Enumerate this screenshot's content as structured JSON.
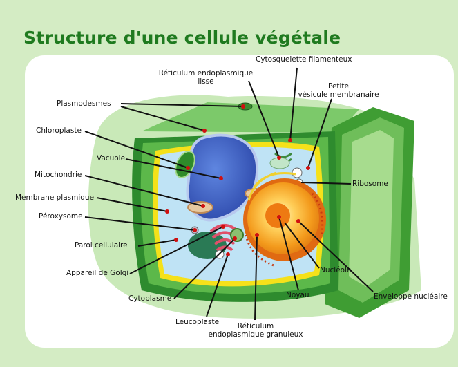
{
  "title": "Structure d'une cellule végétale",
  "labels": {
    "cytosquelette": "Cytosquelette filamenteux",
    "reticulum_lisse_1": "Réticulum endoplasmique",
    "reticulum_lisse_2": "lisse",
    "petite_vesicule_1": "Petite",
    "petite_vesicule_2": "vésicule membranaire",
    "plasmodesmes": "Plasmodesmes",
    "chloroplaste": "Chloroplaste",
    "vacuole": "Vacuole",
    "mitochondrie": "Mitochondrie",
    "membrane_plasmique": "Membrane plasmique",
    "peroxysome": "Péroxysome",
    "paroi_cellulaire": "Paroi cellulaire",
    "appareil_golgi": "Appareil de Golgi",
    "cytoplasme": "Cytoplasme",
    "leucoplaste": "Leucoplaste",
    "reticulum_granuleux_1": "Réticulum",
    "reticulum_granuleux_2": "endoplasmique granuleux",
    "noyau": "Noyau",
    "nucleole": "Nucléole",
    "enveloppe_nucleaire": "Enveloppe nucléaire",
    "ribosome": "Ribosome"
  },
  "colors": {
    "outer_bg": "#d4ecc4",
    "panel": "#ffffff",
    "title": "#1f7a1f",
    "wall": "#4caf3c",
    "wall_dark": "#2e8b2e",
    "membrane": "#f5e11a",
    "cytoplasm": "#bfe3f5",
    "vacuole": "#2f4fb0",
    "nucleus": "#f7a21a",
    "pointer": "#111111",
    "dot": "#d01010"
  }
}
